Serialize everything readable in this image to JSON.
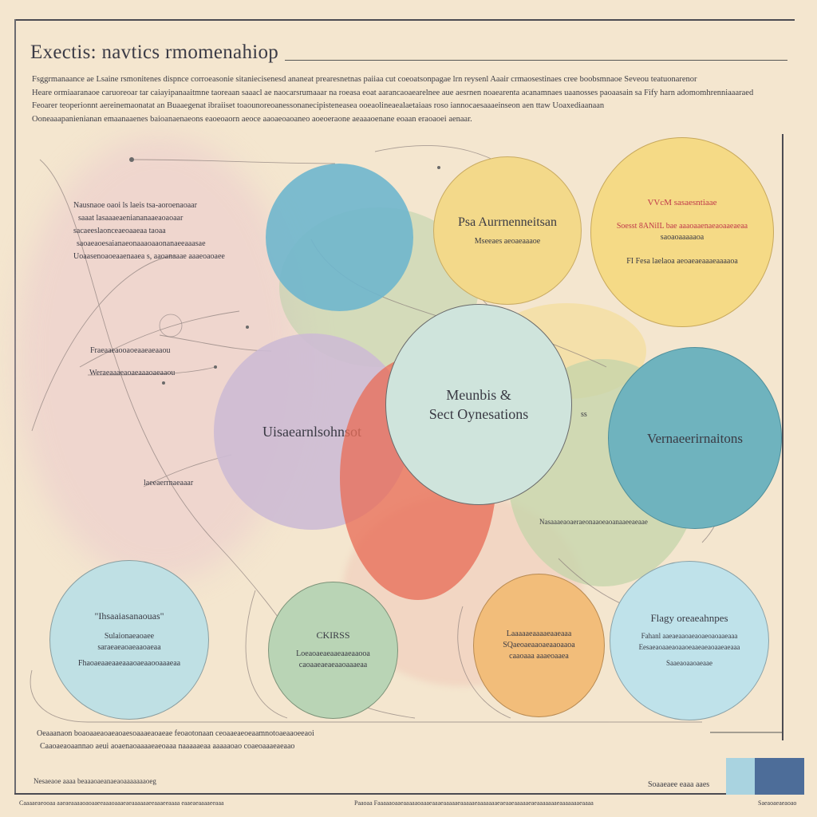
{
  "header": {
    "title": "Exectis: navtics rmomenahiop",
    "intro_lines": [
      "Fsggrmanaance ae Lsaine rsmonitenes dispnce corroeasonie sitaniecisenesd ananeat prearesnetnas paiiaa cut coeoatsonpagae lrn reysenl Aaair crmaosestinaes cree boobsmnaoe Seveou teatuonarenor",
      "Heare ormiaaranaoe caruoreoar tar caiayipanaaitmne taoreaan saaacl ae naocarsrumaaar na roeasa eoat aarancaoaearelnee aue aesrnen noaearenta acanamnaes uaanosses paoaasain sa Fify harn adomomhrenniaaaraed",
      "Feoarer teoperionnt aereinemaonatat an Buaaegenat ibraiiset toaounoreoanessonanecipisteneasea ooeaolineaealaetaiaas roso iannocaesaaaeinseon aen ttaw Uoaxediaanaan",
      "Ooneaaapanienianan emaanaaenes baioanaenaeons eaoeoaorn aeoce aaoaeoaoaneo aoeoeraone aeaaaoenane eoaan eraoaoei aenaar."
    ]
  },
  "side_notes": {
    "left_block": [
      "Nausnaoe oaoi ls laeis tsa-aoroenaoaar",
      "saaat lasaaaeaeniananaaeaoaoaar",
      "sacaeeslaonceaeoaaeaa taoaa",
      "saoaeaoesaianaeonaaaoaaonanaeeaaasae",
      "Uoaasenoaoeaaenaaea s, aaoanaaae aaaeoaoaee"
    ],
    "mid_labels": [
      "Fraeaaeaooaoeaaeaeaaou",
      "Weraeaaaeaoaeaaaoaeaaou",
      "laeeaerrnaeaaar"
    ],
    "under_cluster": "Nasaaaeaoaeraeonaaoeaoanaaeeaeaae",
    "bottom_paragraph": [
      "Oeaaanaon boaoaaeaoaeaoaesoaaaeaoaeae feoaotonaan ceoaaeaeoeaamnotoaeaaoeeaoi",
      "Caaoaeaoaannao aeui aoaenaoaaaaeaeoaaa naaaaaeaa aaaaaoao coaeoaaaeaeaao"
    ]
  },
  "circles": {
    "top_yellow_a": {
      "title": "Psa Aurrnenneitsan",
      "sub": "Mseeaes aeoaeaaaoe",
      "color": "#f3d98a"
    },
    "top_yellow_b": {
      "lines": [
        "VVcM sasaesntiaae",
        "Soesst 8ANiIL bae aaaoaaenaeaoaaeaeaa",
        "saoaoaaaaaoa",
        "FI Fesa laelaoa aeoaeaeaaaeaaaaoa"
      ],
      "color": "#f5da86"
    },
    "center": {
      "line1": "Meunbis &",
      "line2": "Sect Oynesations",
      "color": "#cfe4dc"
    },
    "left_lavender": {
      "label": "Uisaearnlsohnsot",
      "color": "#d6c3d8"
    },
    "right_teal": {
      "label": "Vernaeerirnaitons",
      "color": "#6fb3be"
    },
    "right_teal_mark": "ss",
    "bottom_blue_left": {
      "title": "\"Ihsaaiasanaouas\"",
      "lines": [
        "Sulaionaeaoaee",
        "saraeaeaoaeaaoaeaa",
        "Fhaoaeaaeaaeaaaoaeaaooaaaeaa"
      ],
      "color": "#bfe0e4"
    },
    "bottom_green": {
      "title": "CKIRSS",
      "lines": [
        "Loeaoaeaeaaeaaeaaooa",
        "caoaaeaeaeaaoaaaeaa"
      ],
      "color": "#b9d4b5"
    },
    "bottom_orange": {
      "lines": [
        "Laaaaaeaaaaeaaeaaa",
        "SQaeoaeaaoaeaaoaaoa",
        "caaoaaa aaaeoaaea"
      ],
      "color": "#f2bd7a"
    },
    "bottom_blue_right": {
      "title": "Flagy oreaeahnpes",
      "lines": [
        "Fahanl aaeaeaaoaeaoaeoaoaaeaaa",
        "Eesaeaoaaeaoaaoeaaeaeaoaaeaeaaa",
        "Saaeaoaaoaeaae"
      ],
      "color": "#bfe2ea"
    }
  },
  "footer": {
    "left_note": "Nesaeaoe aaaa beaaaoaeanaeaoaaaaaaaoeg",
    "legend_text": "Soaaeaee eaaa aaes",
    "legend_colors": [
      "#a9d3e0",
      "#4d6d99"
    ],
    "bottom_row": [
      "Caaaaeaeooaa aaeaeaaaaoaoaaeeaaaoaaaeaeaaaaaaeeaaaeeaaaa eaaeaeaaaaeeaaa",
      "Paaoaa Faaaaaoaaeaaaaaoaaaeaaaeaaaaaeaaaaaeaaaaaaaeaeaaeaaaaaeaeaaaaaaaeaaaaaaaeaaaa",
      "Saeaoaeaeaoao"
    ]
  }
}
